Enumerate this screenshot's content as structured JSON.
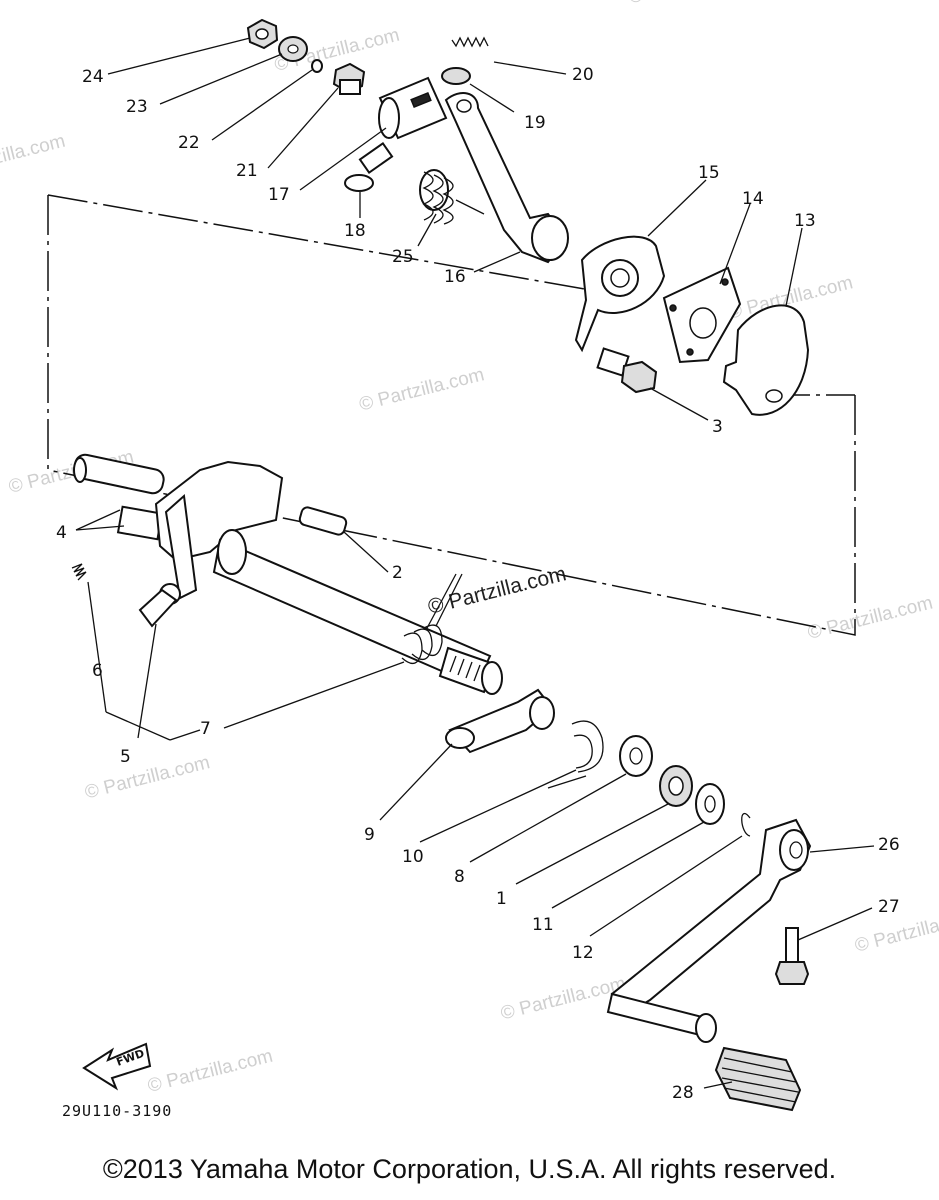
{
  "watermark": "© Partzilla.com",
  "watermark_center": "© Partzilla.com",
  "diagram_code": "29U110-3190",
  "fwd_label": "FWD",
  "copyright": "©2013 Yamaha Motor Corporation, U.S.A. All rights reserved.",
  "callouts": {
    "p1": "1",
    "p2": "2",
    "p3": "3",
    "p4": "4",
    "p5": "5",
    "p6": "6",
    "p7": "7",
    "p8": "8",
    "p9": "9",
    "p10": "10",
    "p11": "11",
    "p12": "12",
    "p13": "13",
    "p14": "14",
    "p15": "15",
    "p16": "16",
    "p17": "17",
    "p18": "18",
    "p19": "19",
    "p20": "20",
    "p21": "21",
    "p22": "22",
    "p23": "23",
    "p24": "24",
    "p25": "25",
    "p26": "26",
    "p27": "27",
    "p28": "28"
  }
}
